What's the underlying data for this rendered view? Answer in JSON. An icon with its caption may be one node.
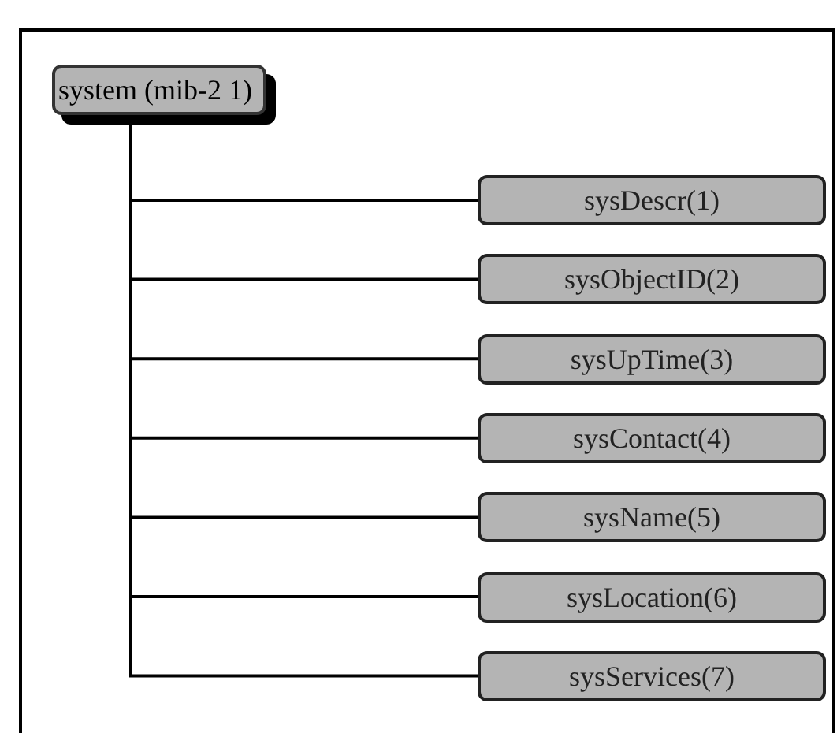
{
  "diagram": {
    "nodes": [
      {
        "text": [
          "system (mib-2 1)"
        ]
      },
      {
        "text": [
          "sysDescr(1)"
        ]
      },
      {
        "text": [
          "sysObjectID(2)"
        ]
      },
      {
        "text": [
          "sysUpTime(3)"
        ]
      },
      {
        "text": [
          "sysContact(4)"
        ]
      },
      {
        "text": [
          "sysName(5)"
        ]
      },
      {
        "text": [
          "sysLocation(6)"
        ]
      },
      {
        "text": [
          "sysServices(7)"
        ]
      }
    ],
    "edges": [
      {
        "from": 0,
        "to": 1,
        "arrow": "none"
      },
      {
        "from": 0,
        "to": 2,
        "arrow": "none"
      },
      {
        "from": 0,
        "to": 3,
        "arrow": "none"
      },
      {
        "from": 0,
        "to": 4,
        "arrow": "none"
      },
      {
        "from": 0,
        "to": 5,
        "arrow": "none"
      },
      {
        "from": 0,
        "to": 6,
        "arrow": "none"
      },
      {
        "from": 0,
        "to": 7,
        "arrow": "none"
      }
    ]
  }
}
